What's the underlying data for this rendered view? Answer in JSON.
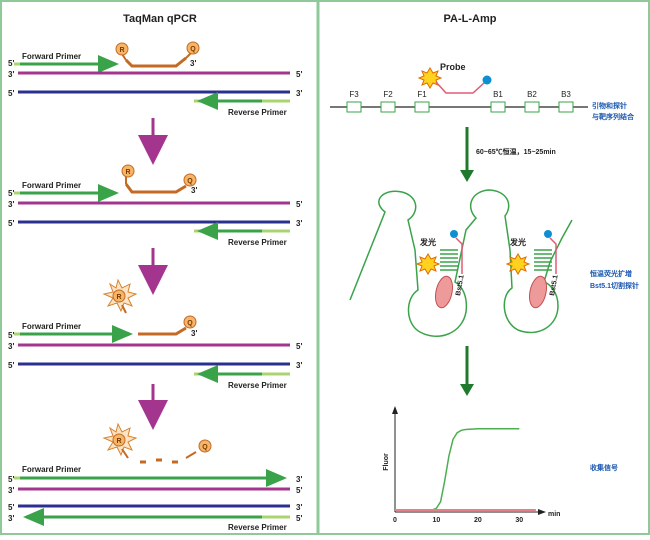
{
  "left_panel": {
    "title": "TaqMan  qPCR",
    "forward_primer": "Forward Primer",
    "reverse_primer": "Reverse Primer",
    "five_prime": "5'",
    "three_prime": "3'",
    "reporter": "R",
    "quencher": "Q",
    "probe_end": "3'"
  },
  "right_panel": {
    "title": "PA-L-Amp",
    "probe": "Probe",
    "sites": [
      "F3",
      "F2",
      "F1",
      "B1",
      "B2",
      "B3"
    ],
    "step1_note_line1": "引物和探针",
    "step1_note_line2": "与靶序列结合",
    "condition": "60~65℃恒温，15~25min",
    "glow_label": "发光",
    "enzyme_label": "Bst5.1",
    "step2_note_line1": "恒温荧光扩增",
    "step2_note_line2": "Bst5.1切割探针",
    "step3_note": "收集信号"
  },
  "chart_data": {
    "type": "line",
    "title": "",
    "xlabel": "min",
    "ylabel": "Fluor",
    "x_ticks": [
      0,
      10,
      20,
      30
    ],
    "xlim": [
      0,
      35
    ],
    "series": [
      {
        "x": [
          0,
          9,
          10,
          11,
          12,
          13,
          14,
          15,
          16,
          17,
          20,
          25,
          30
        ],
        "y": [
          0,
          0,
          0.02,
          0.1,
          0.35,
          0.65,
          0.85,
          0.93,
          0.96,
          0.97,
          0.98,
          0.98,
          0.98
        ],
        "color": "#4caf50"
      },
      {
        "x": [
          0,
          34
        ],
        "y": [
          0,
          0
        ],
        "color": "#e57f8a"
      }
    ]
  },
  "colors": {
    "green": "#3aa34a",
    "dark_green": "#1f7a2e",
    "light_green": "#a9d46f",
    "purple": "#a4358f",
    "navy": "#2b2f8f",
    "probe": "#c46a24",
    "blue_text": "#1a56b0",
    "border": "#8fc99a"
  }
}
